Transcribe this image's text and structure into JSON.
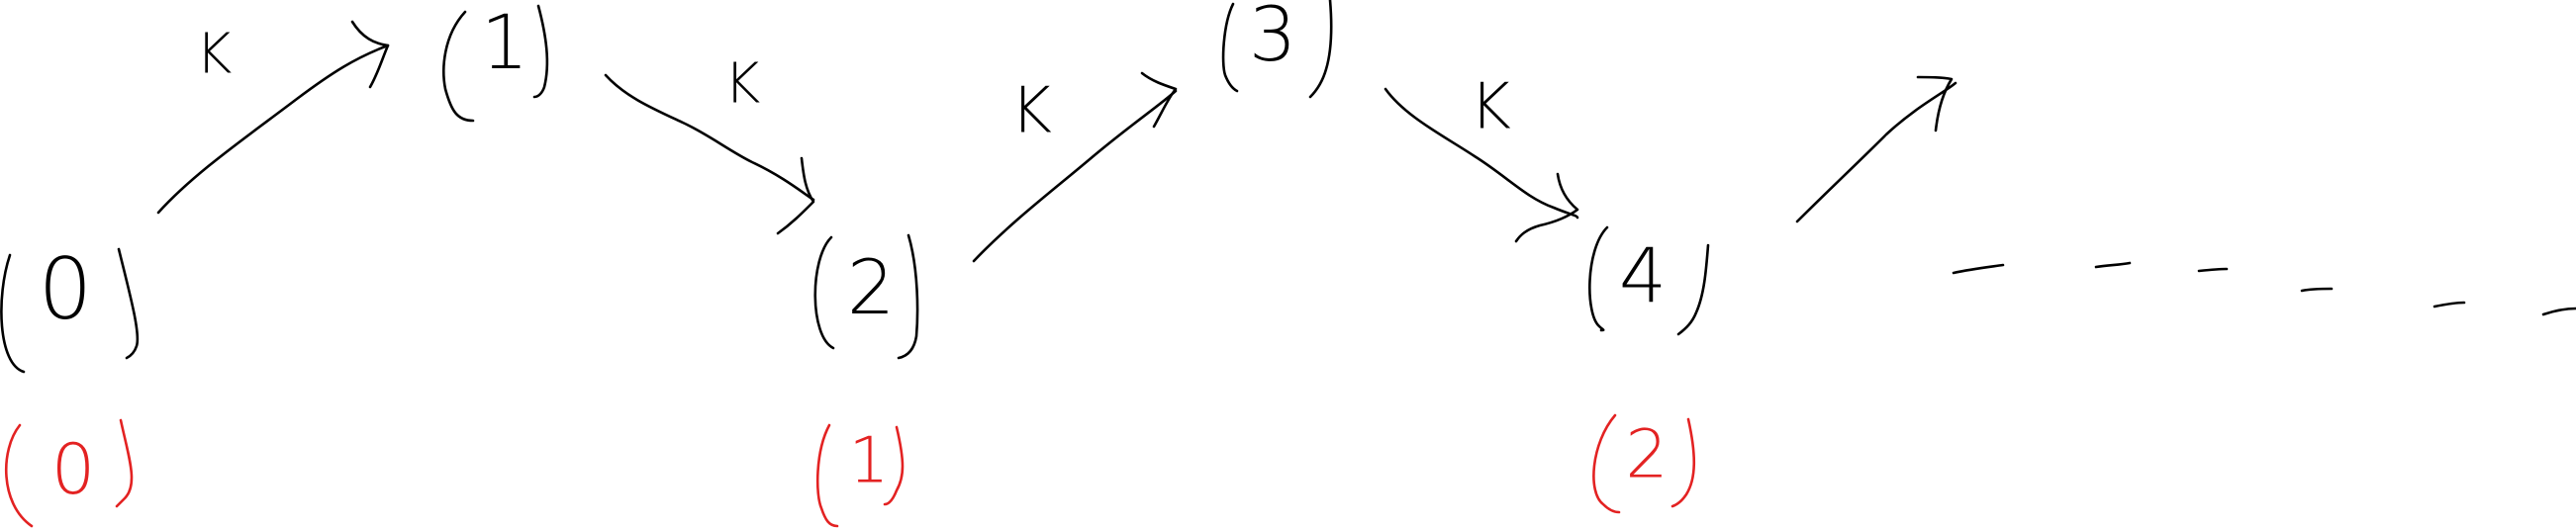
{
  "colors": {
    "ink": "#000000",
    "accent": "#e32222"
  },
  "nodes": [
    {
      "label": "0",
      "sub_label": "0"
    },
    {
      "label": "1"
    },
    {
      "label": "2",
      "sub_label": "1"
    },
    {
      "label": "3"
    },
    {
      "label": "4",
      "sub_label": "2"
    }
  ],
  "edges": [
    {
      "from": "0",
      "to": "1",
      "label": "K"
    },
    {
      "from": "1",
      "to": "2",
      "label": "K"
    },
    {
      "from": "2",
      "to": "3",
      "label": "K"
    },
    {
      "from": "3",
      "to": "4",
      "label": "K"
    },
    {
      "from": "4",
      "to": "…",
      "label": ""
    }
  ]
}
